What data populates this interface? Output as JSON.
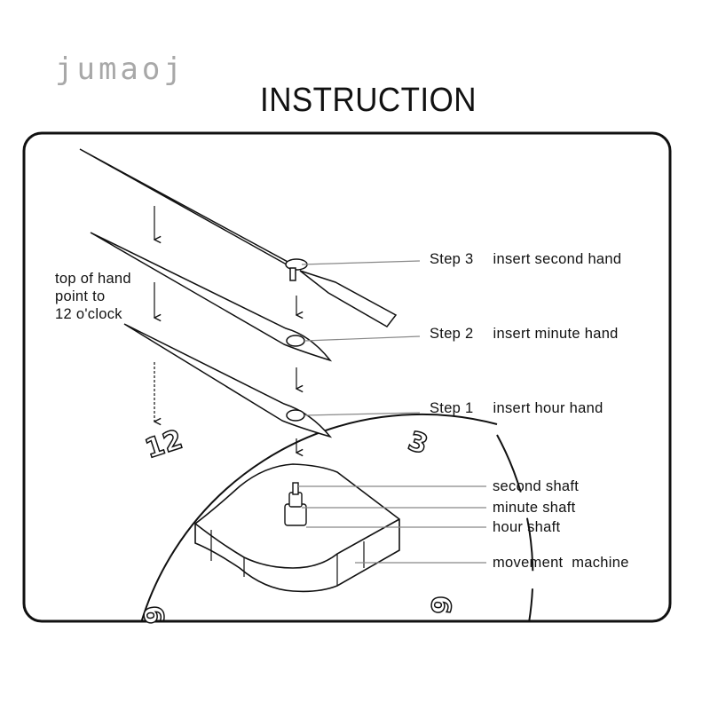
{
  "watermark": "jumaoj",
  "title": "INSTRUCTION",
  "note": {
    "line1": "top of hand",
    "line2": "point to",
    "line3": "12 o'clock"
  },
  "steps": [
    {
      "step": "Step 3",
      "action": "insert second hand"
    },
    {
      "step": "Step 2",
      "action": "insert minute hand"
    },
    {
      "step": "Step 1",
      "action": "insert hour hand"
    }
  ],
  "parts": {
    "second_shaft": "second shaft",
    "minute_shaft": "minute shaft",
    "hour_shaft": "hour shaft",
    "movement": "movement  machine"
  },
  "dial": {
    "n12": "12",
    "n3": "3",
    "n6": "6",
    "n9": "9"
  },
  "colors": {
    "line": "#111111",
    "leader": "#888888",
    "watermark": "#a8a8a8"
  }
}
